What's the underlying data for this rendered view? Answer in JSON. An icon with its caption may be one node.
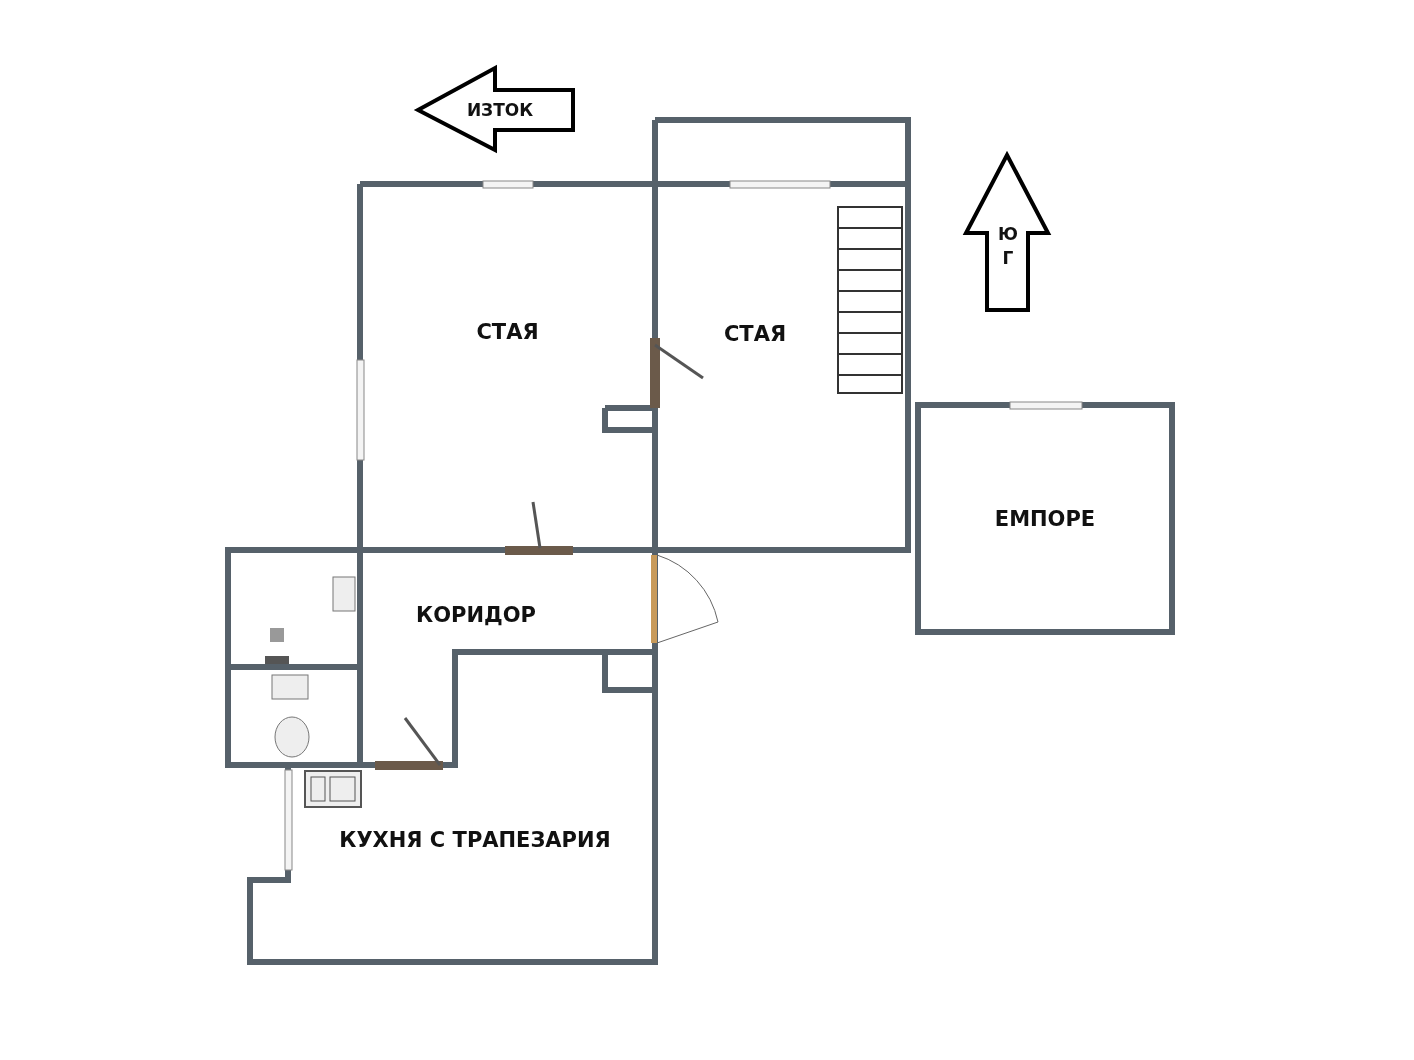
{
  "diagram": {
    "nodes": [
      {
        "text": [
          "СТАЯ"
        ]
      },
      {
        "text": [
          "СТАЯ"
        ]
      },
      {
        "text": [
          "ЕМПОРЕ"
        ]
      },
      {
        "text": [
          "КОРИДОР"
        ]
      },
      {
        "text": [
          "КУХНЯ С ТРАПЕЗАРИЯ"
        ]
      }
    ],
    "edges": [],
    "labels": [
      "ИЗТОК",
      "ЮГ"
    ]
  }
}
